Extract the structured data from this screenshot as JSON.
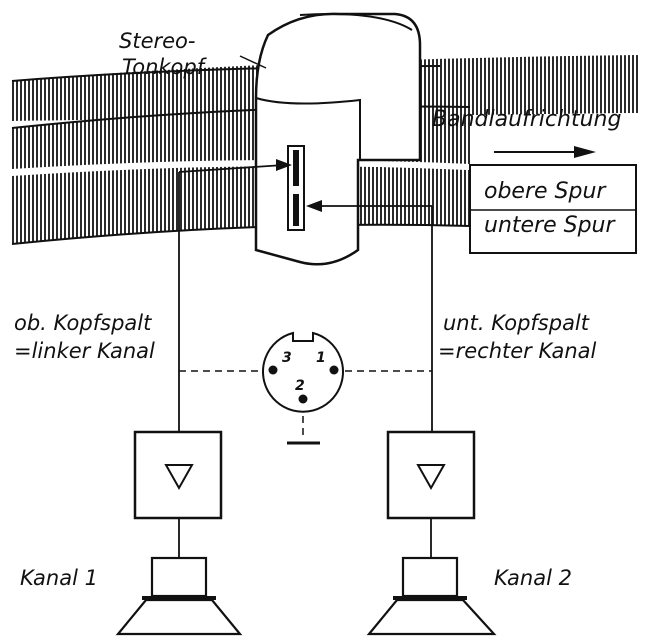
{
  "labels": {
    "head_line1": "Stereo-",
    "head_line2": "Tonkopf",
    "direction": "Bandlaufrichtung",
    "upper_track": "obere Spur",
    "lower_track": "untere Spur",
    "left_gap_line1": "ob. Kopfspalt",
    "left_gap_line2": "=linker Kanal",
    "right_gap_line1": "unt. Kopfspalt",
    "right_gap_line2": "=rechter Kanal",
    "channel1": "Kanal 1",
    "channel2": "Kanal 2"
  },
  "connector": {
    "pin3": "3",
    "pin1": "1",
    "pin2": "2"
  },
  "colors": {
    "ink": "#111111",
    "paper": "#ffffff",
    "tape_hatch": "#2a2a2a"
  }
}
